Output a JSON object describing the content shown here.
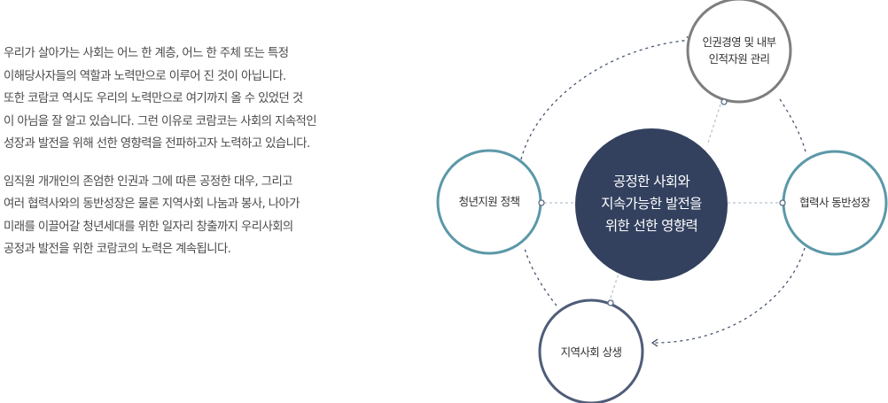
{
  "intro": {
    "paragraph1": [
      "우리가 살아가는 사회는 어느 한 계층, 어느 한 주체 또는 특정",
      "이해당사자들의 역할과 노력만으로 이루어 진 것이 아닙니다.",
      "또한 코람코 역시도 우리의 노력만으로 여기까지 올 수 있었던 것",
      "이 아님을 잘 알고 있습니다. 그런 이유로 코람코는 사회의 지속적인",
      "성장과 발전을 위해 선한 영향력을 전파하고자 노력하고 있습니다."
    ],
    "paragraph2": [
      "임직원 개개인의 존엄한 인권과 그에 따른 공정한 대우, 그리고",
      "여러 협력사와의 동반성장은 물론 지역사회 나눔과 봉사, 나아가",
      "미래를 이끌어갈 청년세대를 위한 일자리 창출까지 우리사회의",
      "공정과 발전을 위한 코람코의 노력은 계속됩니다."
    ]
  },
  "diagram": {
    "center": {
      "lines": [
        "공정한 사회와",
        "지속가능한 발전을",
        "위한 선한 영향력"
      ]
    },
    "nodes": {
      "top": {
        "lines": [
          "인권경영 및 내부",
          "인적자원 관리"
        ]
      },
      "right": {
        "lines": [
          "협력사 동반성장"
        ]
      },
      "bottom": {
        "lines": [
          "지역사회 상생"
        ]
      },
      "left": {
        "lines": [
          "청년지원 정책"
        ]
      }
    },
    "colors": {
      "center_fill": "#33415f",
      "top_ring": "#7e7e7e",
      "right_ring": "#5b98a8",
      "bottom_ring": "#4f5d78",
      "left_ring": "#5b98a8",
      "dashed_line": "#48546e",
      "connector": "#b7c4cf"
    }
  }
}
